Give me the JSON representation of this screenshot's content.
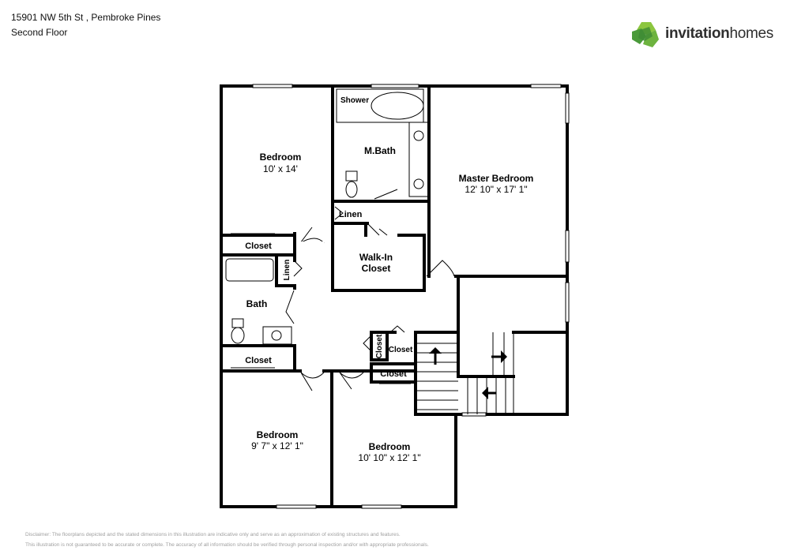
{
  "header": {
    "address": "15901 NW 5th St , Pembroke Pines",
    "floor": "Second Floor"
  },
  "brand": {
    "name_bold": "invitation",
    "name_regular": "homes",
    "colors": {
      "green_dark": "#4a9a3a",
      "green_light": "#8cc63f",
      "green_mid": "#6db33f"
    }
  },
  "rooms": {
    "bedroom_nw": {
      "name": "Bedroom",
      "size": "10' x 14'"
    },
    "master_bath": {
      "name": "M.Bath"
    },
    "shower": {
      "name": "Shower"
    },
    "master_bedroom": {
      "name": "Master Bedroom",
      "size": "12' 10\" x 17' 1\""
    },
    "linen_upper": {
      "name": "Linen"
    },
    "walkin_closet": {
      "name_line1": "Walk-In",
      "name_line2": "Closet"
    },
    "closet_nw": {
      "name": "Closet"
    },
    "linen_vertical": {
      "name": "Linen"
    },
    "bath": {
      "name": "Bath"
    },
    "closet_w": {
      "name": "Closet"
    },
    "closet_hall_vertical": {
      "name": "Closet"
    },
    "closet_hall_a": {
      "name": "Closet"
    },
    "closet_hall_b": {
      "name": "Closet"
    },
    "bedroom_sw": {
      "name": "Bedroom",
      "size": "9' 7\" x 12' 1\""
    },
    "bedroom_s": {
      "name": "Bedroom",
      "size": "10' 10\" x 12' 1\""
    }
  },
  "disclaimer": {
    "line1": "Disclaimer: The floorplans depicted and the stated dimensions in this illustration are indicative only and serve as an approximation of existing structures and features.",
    "line2": "This illustration is not guaranteed to be accurate or complete. The accuracy of all information should be verified through personal inspection and/or with appropriate professionals."
  }
}
